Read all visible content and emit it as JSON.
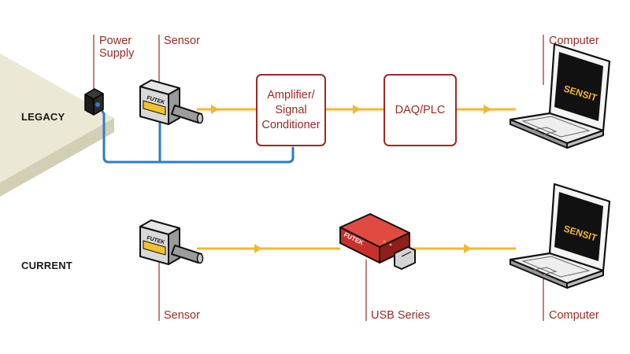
{
  "rows": {
    "legacy": "LEGACY",
    "current": "CURRENT"
  },
  "callouts": {
    "power_supply": "Power\nSupply",
    "sensor_top": "Sensor",
    "computer_top": "Computer",
    "sensor_bottom": "Sensor",
    "usb_series": "USB Series",
    "computer_bottom": "Computer"
  },
  "boxes": {
    "amplifier": "Amplifier/\nSignal\nConditioner",
    "daq": "DAQ/PLC"
  },
  "logos": {
    "sensor_brand": "FUTEK",
    "usb_brand": "FUTEK",
    "screen_brand": "SENSIT"
  },
  "colors": {
    "accent": "#9b2a25",
    "signal": "#f4b731",
    "power_wire": "#2d7cc0",
    "table": "#ebe8d6",
    "usb_body": "#d5322c"
  }
}
